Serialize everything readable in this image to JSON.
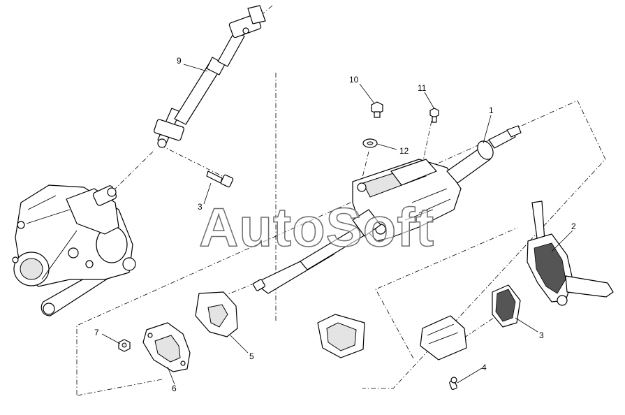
{
  "watermark": "AutoSoft",
  "callouts": [
    {
      "id": "c1",
      "label": "1"
    },
    {
      "id": "c2",
      "label": "2"
    },
    {
      "id": "c3a",
      "label": "3"
    },
    {
      "id": "c3b",
      "label": "3"
    },
    {
      "id": "c4",
      "label": "4"
    },
    {
      "id": "c5",
      "label": "5"
    },
    {
      "id": "c6",
      "label": "6"
    },
    {
      "id": "c7",
      "label": "7"
    },
    {
      "id": "c9",
      "label": "9"
    },
    {
      "id": "c10",
      "label": "10"
    },
    {
      "id": "c11",
      "label": "11"
    },
    {
      "id": "c12",
      "label": "12"
    }
  ]
}
